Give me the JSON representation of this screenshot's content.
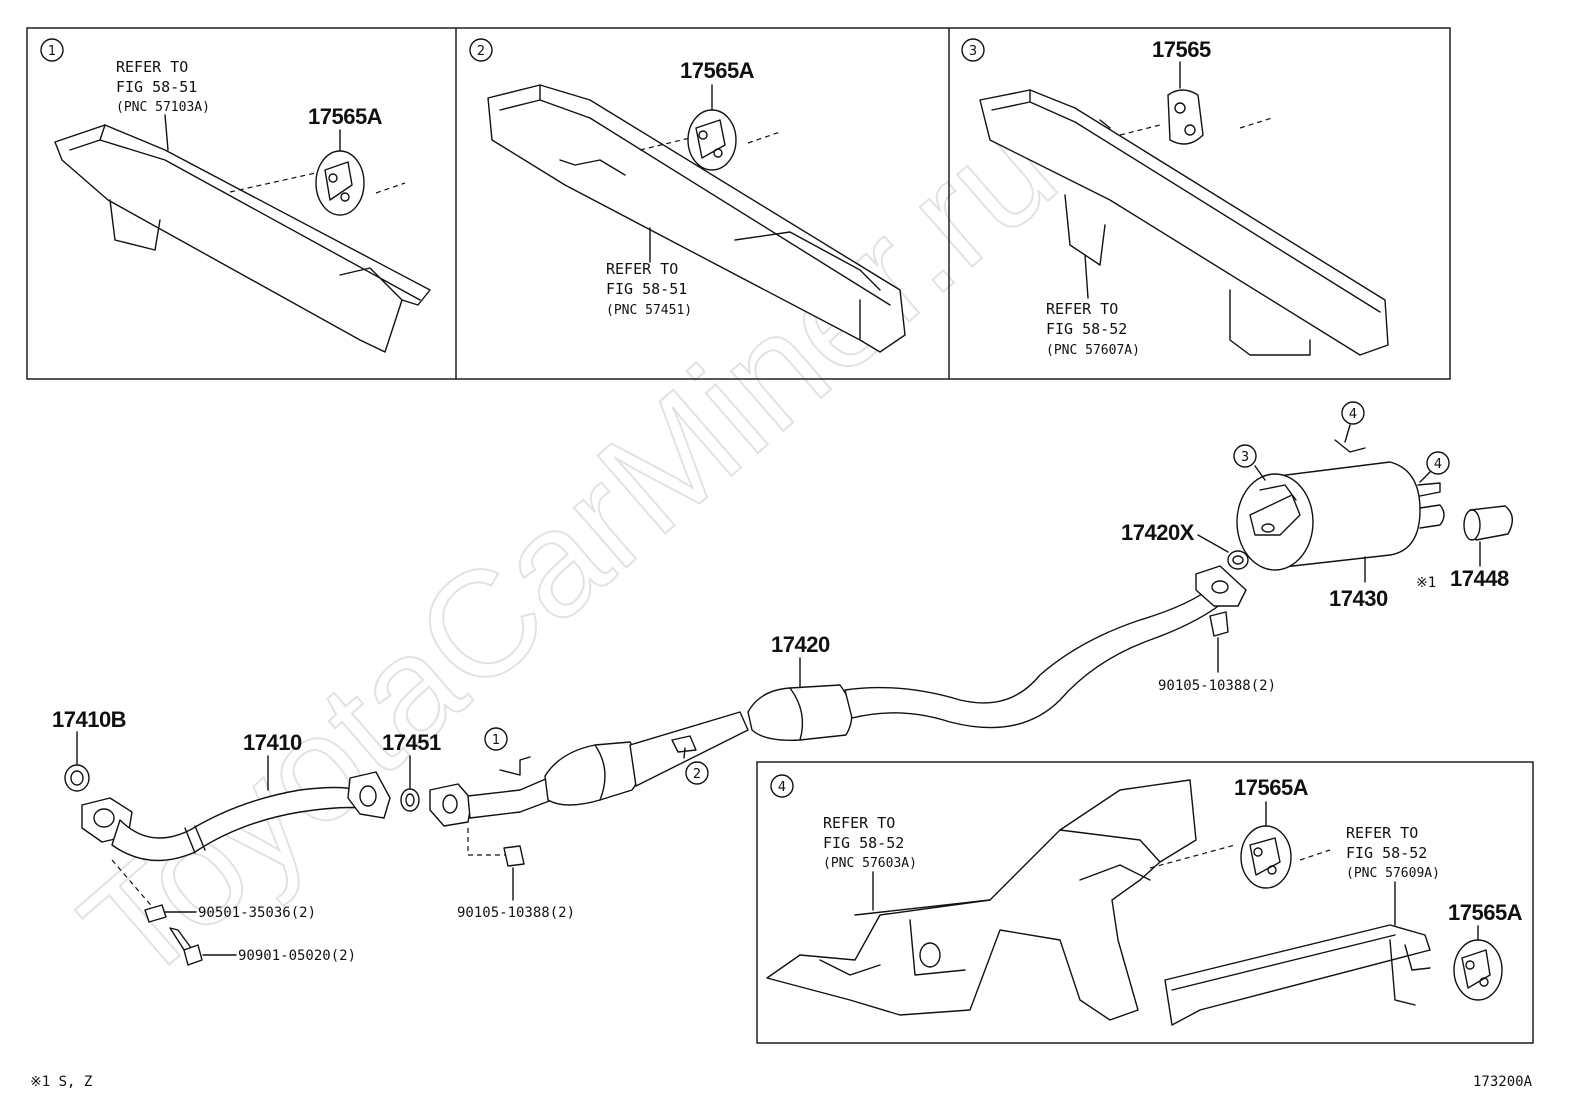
{
  "watermark": "ToyotaCarMiner.ru",
  "panels": [
    {
      "num": "1",
      "refer": [
        "REFER TO",
        "FIG 58-51"
      ],
      "pnc": "(PNC 57103A)",
      "part": "17565A"
    },
    {
      "num": "2",
      "refer": [
        "REFER TO",
        "FIG 58-51"
      ],
      "pnc": "(PNC 57451)",
      "part": "17565A"
    },
    {
      "num": "3",
      "refer": [
        "REFER TO",
        "FIG 58-52"
      ],
      "pnc": "(PNC 57607A)",
      "part": "17565"
    },
    {
      "num": "4",
      "refer_a": [
        "REFER TO",
        "FIG 58-52"
      ],
      "pnc_a": "(PNC 57603A)",
      "refer_b": [
        "REFER TO",
        "FIG 58-52"
      ],
      "pnc_b": "(PNC 57609A)",
      "part_a": "17565A",
      "part_b": "17565A"
    }
  ],
  "parts": {
    "p17410B": "17410B",
    "p17410": "17410",
    "p17451": "17451",
    "p17420": "17420",
    "p17420X": "17420X",
    "p17430": "17430",
    "p17448": "17448",
    "p17448_note": "※1",
    "bolt_a": "90501-35036(2)",
    "bolt_b": "90901-05020(2)",
    "bolt_c": "90105-10388(2)",
    "bolt_d": "90105-10388(2)"
  },
  "callouts": {
    "c1": "1",
    "c2": "2",
    "c3": "3",
    "c4a": "4",
    "c4b": "4"
  },
  "footnote": "※1  S, Z",
  "figure_id": "173200A",
  "icons": [
    "exhaust-hanger-icon",
    "muffler-icon",
    "catalytic-converter-icon",
    "gasket-icon",
    "bolt-icon",
    "tail-pipe-tip-icon",
    "frame-rail-icon"
  ]
}
